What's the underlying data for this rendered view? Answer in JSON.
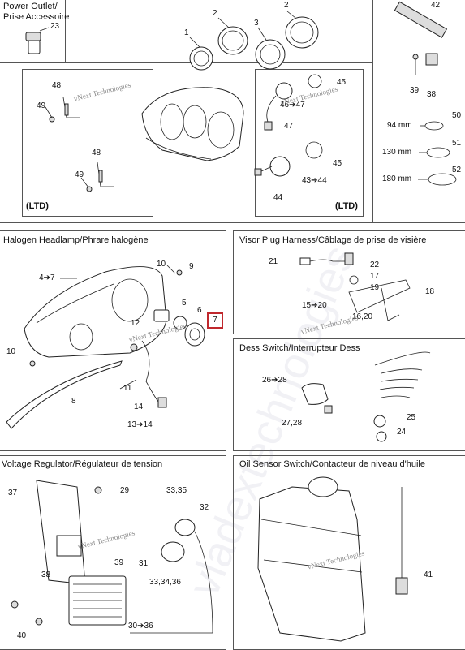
{
  "panels": {
    "power_outlet": {
      "title_line1": "Power Outlet/",
      "title_line2": "Prise Accessoire"
    },
    "halogen": {
      "title": "Halogen Headlamp/Phrare halogène"
    },
    "visor": {
      "title": "Visor Plug Harness/Câblage de prise de visière"
    },
    "dess": {
      "title": "Dess Switch/Interrupteur Dess"
    },
    "voltage": {
      "title": "Voltage Regulator/Régulateur de tension"
    },
    "oil": {
      "title": "Oil Sensor Switch/Contacteur de niveau d'huile"
    }
  },
  "ltd_label": "(LTD)",
  "highlighted_part": "7",
  "watermark": {
    "small": "vNext Technologies",
    "large": "vladextechnologies"
  },
  "callouts": {
    "c23": "23",
    "c1": "1",
    "c2a": "2",
    "c3": "3",
    "c2b": "2",
    "c42": "42",
    "c39top": "39",
    "c38top": "38",
    "c48a": "48",
    "c49a": "49",
    "c48b": "48",
    "c49b": "49",
    "c45a": "45",
    "c46_47": "46➔47",
    "c47": "47",
    "c45b": "45",
    "c43_44": "43➔44",
    "c44": "44",
    "m94": "94 mm",
    "m130": "130 mm",
    "m180": "180 mm",
    "c50": "50",
    "c51": "51",
    "c52": "52",
    "c4_7": "4➔7",
    "c10a": "10",
    "c9": "9",
    "c5": "5",
    "c6": "6",
    "c12": "12",
    "c10b": "10",
    "c11": "11",
    "c8": "8",
    "c14": "14",
    "c13_14": "13➔14",
    "c21": "21",
    "c22": "22",
    "c17": "17",
    "c19": "19",
    "c18": "18",
    "c15_20": "15➔20",
    "c16_20": "16,20",
    "c26_28": "26➔28",
    "c27_28": "27,28",
    "c25": "25",
    "c24": "24",
    "c37": "37",
    "c29": "29",
    "c33_35": "33,35",
    "c32": "32",
    "c39": "39",
    "c31": "31",
    "c38": "38",
    "c33_34_36": "33,34,36",
    "c30_36": "30➔36",
    "c40": "40",
    "c41": "41"
  }
}
